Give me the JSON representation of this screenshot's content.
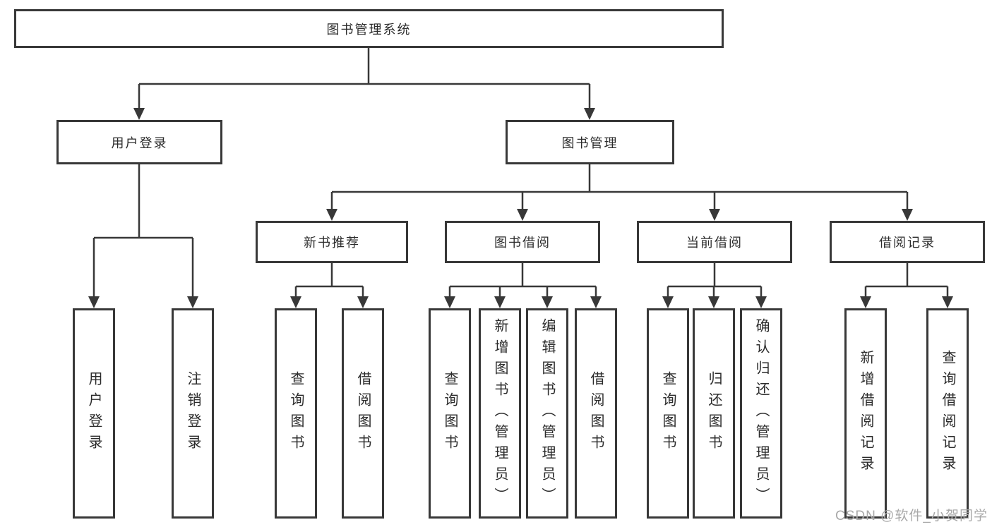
{
  "diagram": {
    "root": "图书管理系统",
    "branches": {
      "user_login": {
        "label": "用户登录",
        "children": [
          "用户登录",
          "注销登录"
        ]
      },
      "book_mgmt": {
        "label": "图书管理",
        "modules": [
          {
            "label": "新书推荐",
            "children": [
              "查询图书",
              "借阅图书"
            ]
          },
          {
            "label": "图书借阅",
            "children": [
              "查询图书",
              "新增图书（管理员）",
              "编辑图书（管理员）",
              "借阅图书"
            ]
          },
          {
            "label": "当前借阅",
            "children": [
              "查询图书",
              "归还图书",
              "确认归还（管理员）"
            ]
          },
          {
            "label": "借阅记录",
            "children": [
              "新增借阅记录",
              "查询借阅记录"
            ]
          }
        ]
      }
    }
  },
  "watermark": "CSDN @软件_小贺同学",
  "colors": {
    "line": "#383838",
    "box_border": "#383838",
    "text": "#2b2b2b",
    "watermark": "#a9a9a9",
    "background": "#ffffff"
  }
}
